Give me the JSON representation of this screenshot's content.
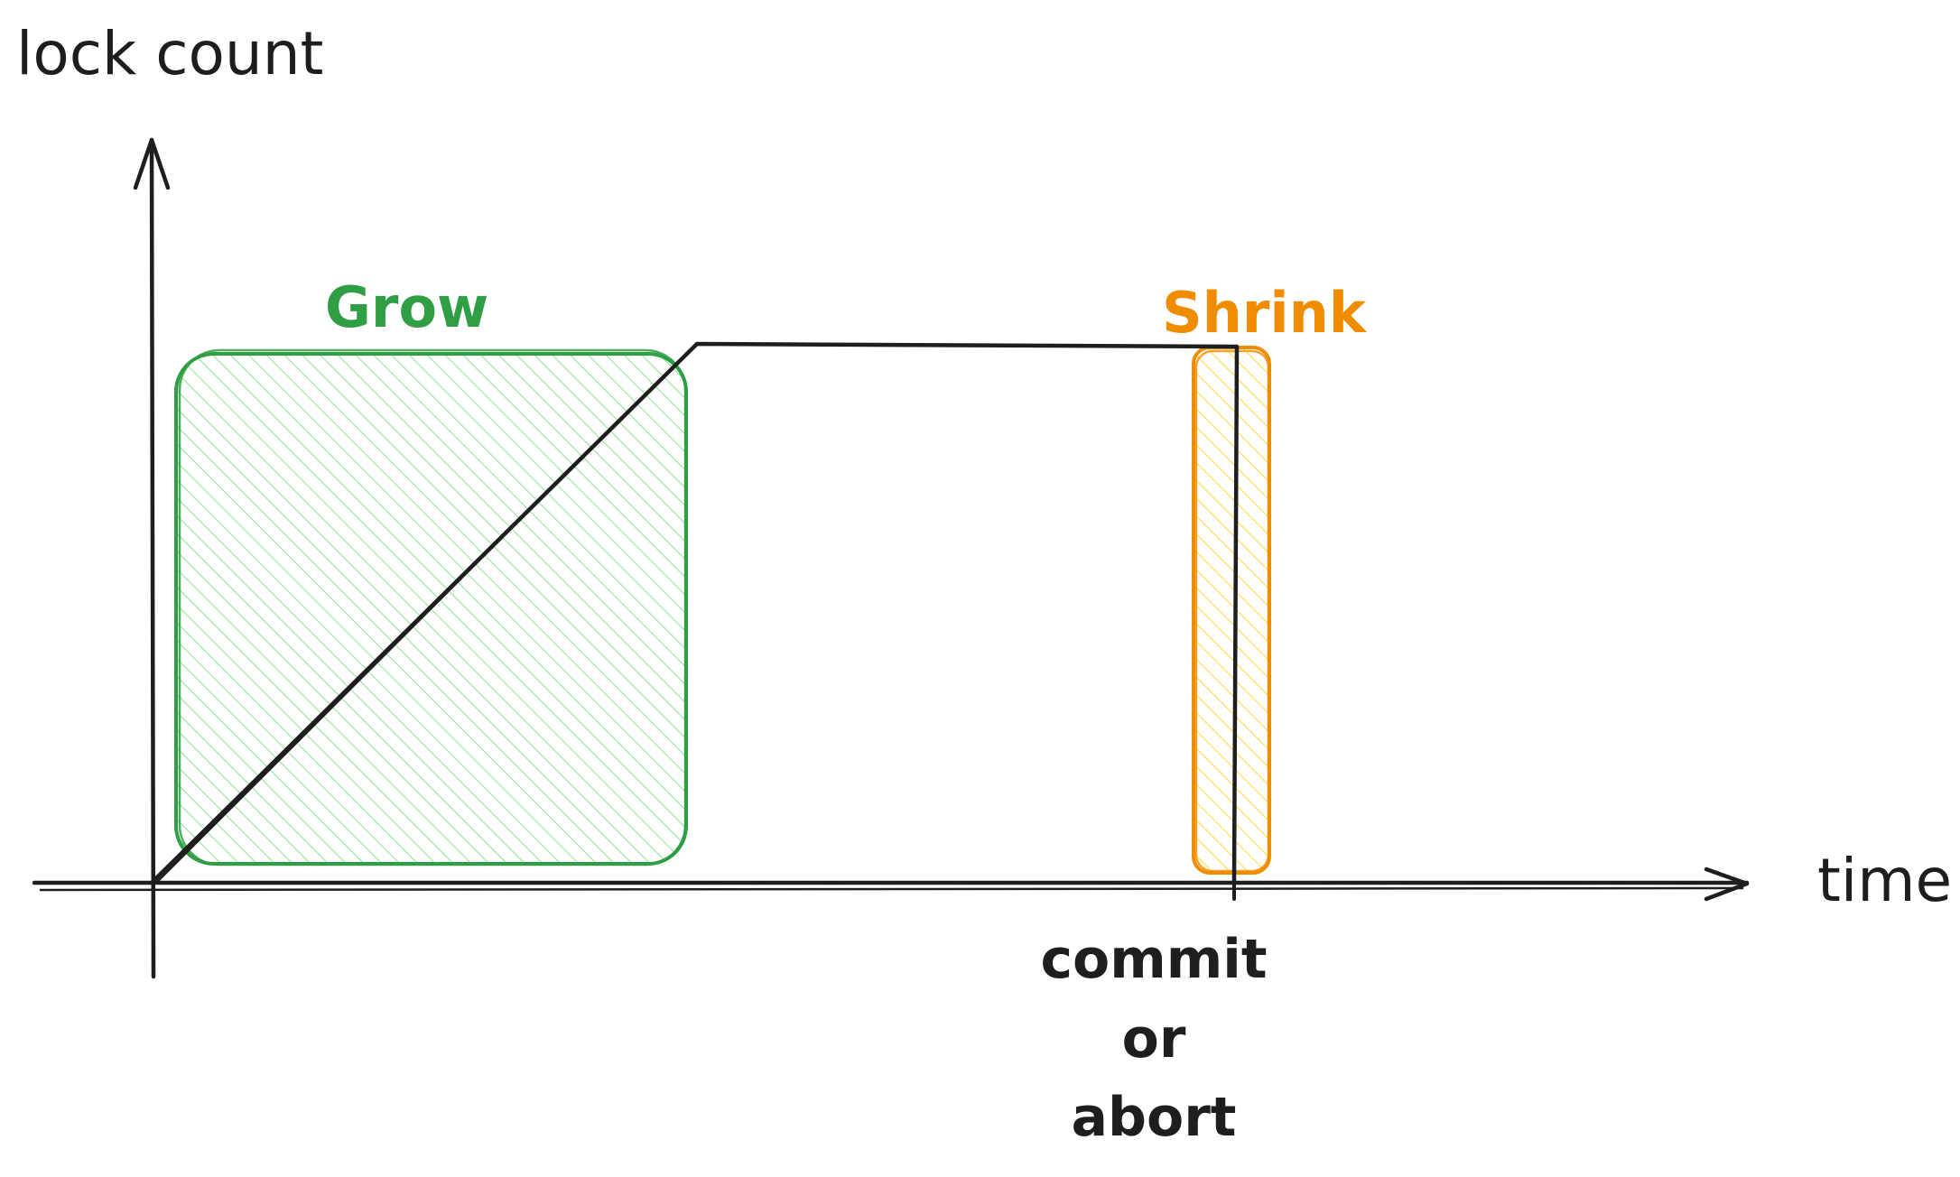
{
  "labels": {
    "y_axis": "lock count",
    "x_axis": "time",
    "grow": "Grow",
    "shrink": "Shrink",
    "event_line1": "commit",
    "event_line2": "or",
    "event_line3": "abort"
  },
  "colors": {
    "ink": "#1e1e1e",
    "grow_stroke": "#2f9e44",
    "grow_fill": "#b2f2bb",
    "shrink_stroke": "#f08c00",
    "shrink_fill": "#ffec99"
  }
}
